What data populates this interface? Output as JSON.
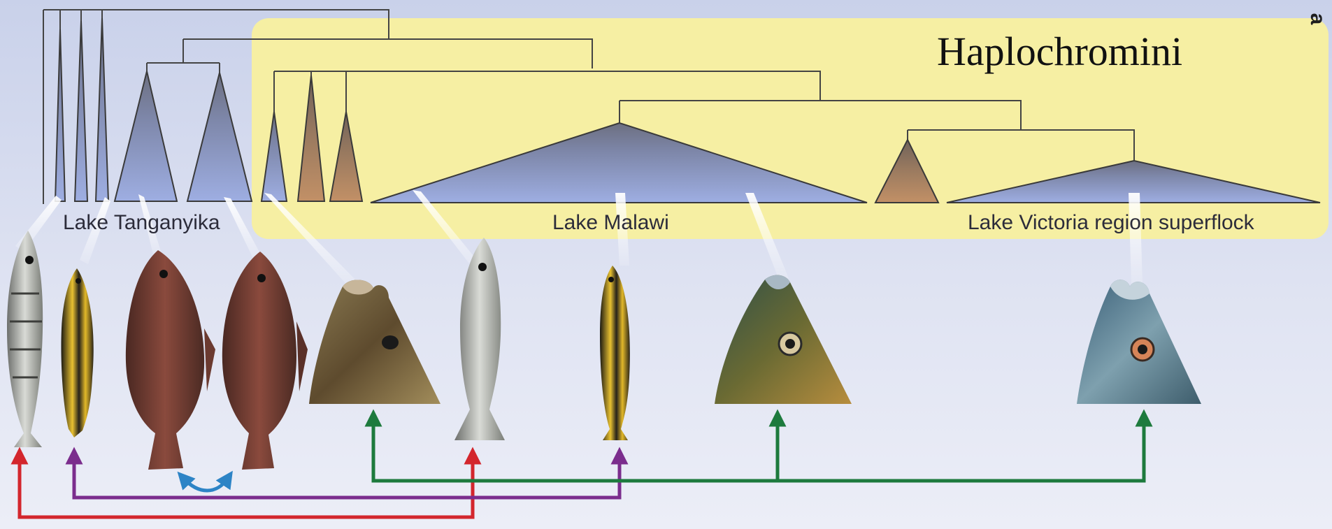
{
  "panel_label": "a",
  "clade_label": "Haplochromini",
  "lake_labels": {
    "tanganyika": "Lake Tanganyika",
    "malawi": "Lake Malawi",
    "victoria": "Lake Victoria region superflock"
  },
  "colors": {
    "clade_box": "#f6efa3",
    "blue_clade": "#8e9bd0",
    "brown_clade": "#a9815d",
    "tree_line": "#444444",
    "arrow_red": "#d3262d",
    "arrow_purple": "#7b2d8d",
    "arrow_green": "#1d7a3d",
    "arrow_blue": "#2d84c6"
  },
  "icons": [
    "fish-slender-silver",
    "fish-striped-yellow",
    "fish-deep-bodied-brown",
    "fish-deep-bodied-brown-2",
    "fish-head-lipped",
    "fish-slender-silver-2",
    "fish-striped-yellow-2",
    "fish-head-green",
    "fish-head-lipped-blue"
  ]
}
